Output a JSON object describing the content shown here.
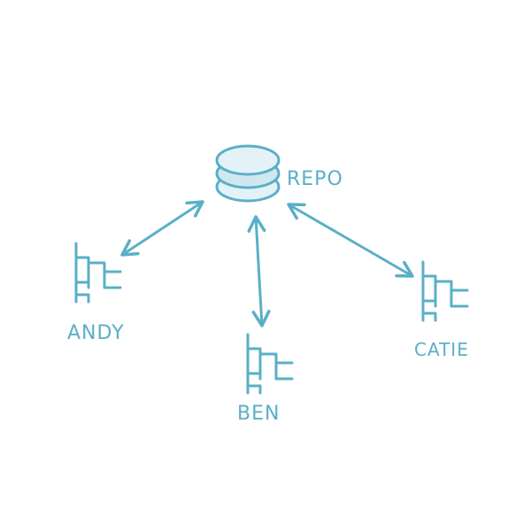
{
  "colors": {
    "ink": "#5aafc7",
    "disk_fill": "#e4f2f7",
    "disk_mid_fill": "#cfe7ef"
  },
  "repo": {
    "label": "REPO",
    "icon": "database-icon"
  },
  "users": [
    {
      "id": "andy",
      "label": "ANDY",
      "icon": "file-tree-icon"
    },
    {
      "id": "ben",
      "label": "BEN",
      "icon": "file-tree-icon"
    },
    {
      "id": "catie",
      "label": "CATIE",
      "icon": "file-tree-icon"
    }
  ],
  "connections": [
    {
      "from": "repo",
      "to": "andy",
      "direction": "both"
    },
    {
      "from": "repo",
      "to": "ben",
      "direction": "both"
    },
    {
      "from": "repo",
      "to": "catie",
      "direction": "both"
    }
  ]
}
